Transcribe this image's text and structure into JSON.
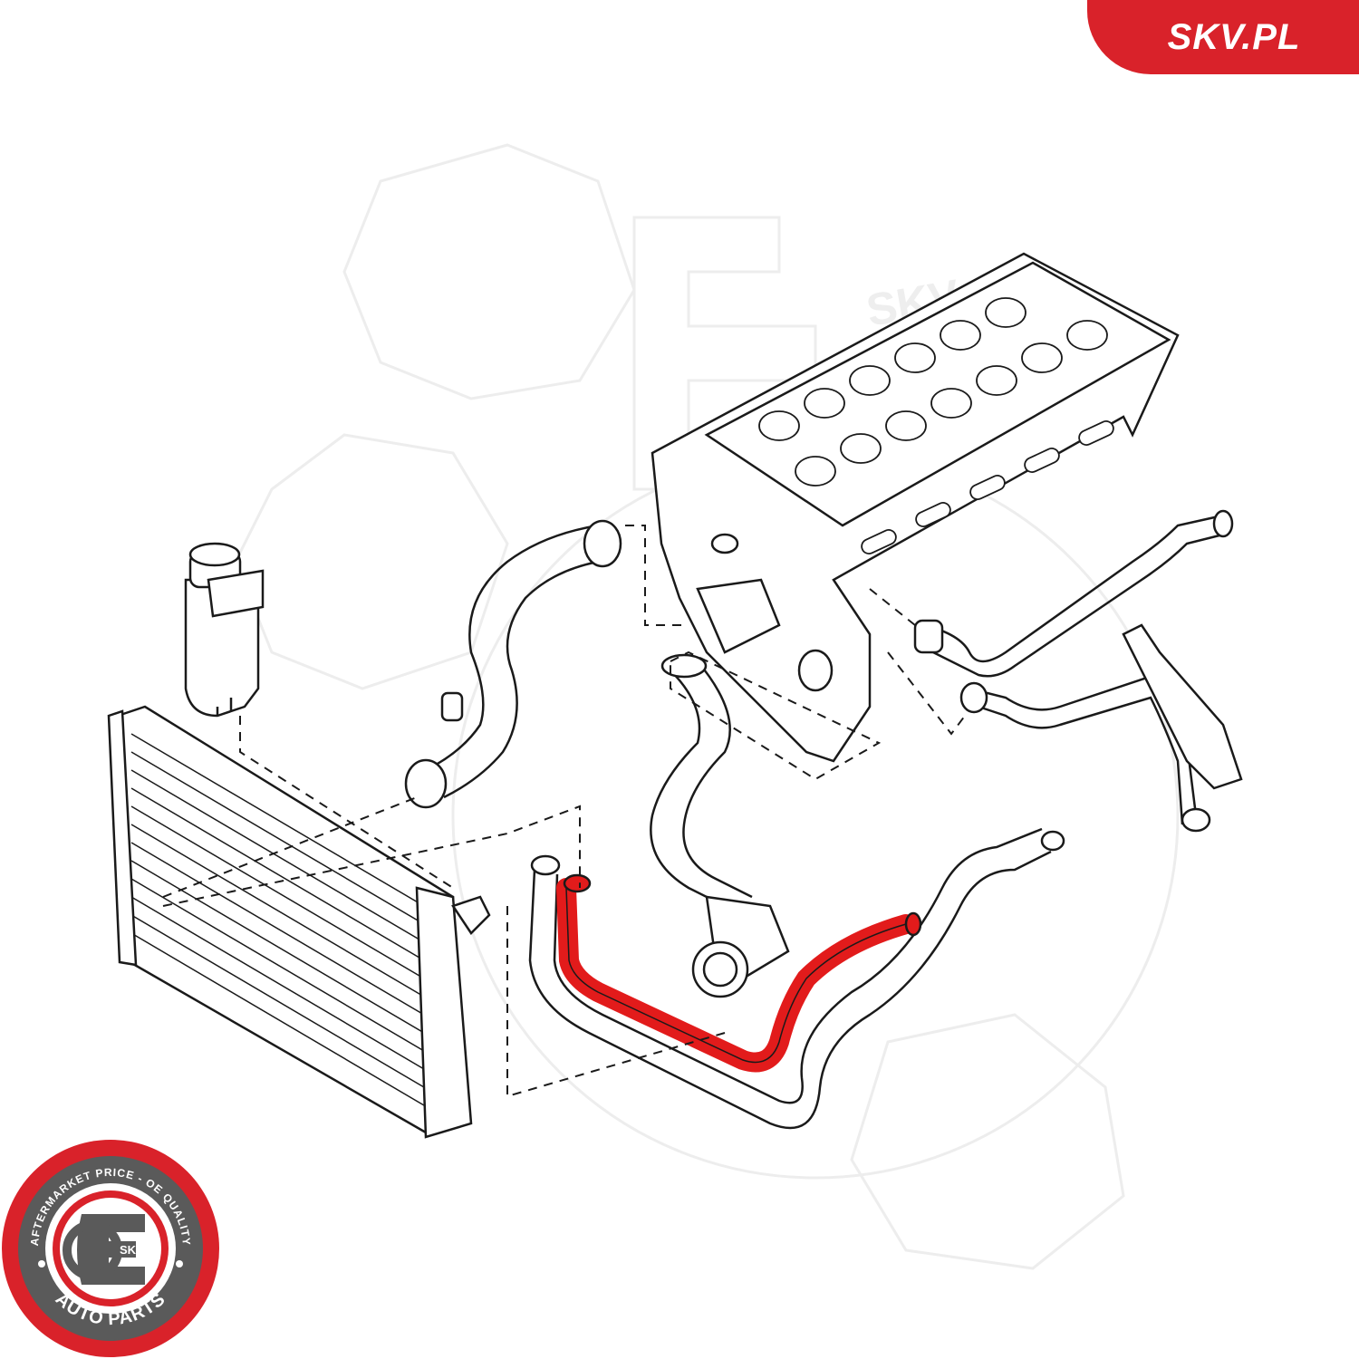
{
  "brand": {
    "label": "SKV.PL",
    "color": "#d9222a"
  },
  "seal": {
    "top_text": "AFTERMARKET PRICE - OE QUALITY",
    "bottom_text": "AUTO PARTS",
    "center_text": "SKV",
    "ring_color": "#d9222a",
    "inner_color": "#5a5a5a"
  },
  "diagram": {
    "highlight_color": "#e21b1b",
    "line_color": "#1a1a1a",
    "watermark_color": "#ececec",
    "watermark_text": "SKV"
  },
  "icons": {
    "seal": "gear-e-logo-icon"
  }
}
